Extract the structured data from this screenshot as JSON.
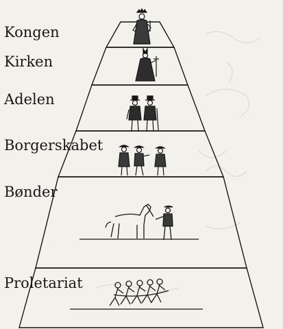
{
  "colors": {
    "paper": "#f3f1ec",
    "ink": "#161616",
    "faint": "#d8d5ce"
  },
  "pyramid": {
    "tiers": [
      {
        "label": "Kongen",
        "figure": "king-icon"
      },
      {
        "label": "Kirken",
        "figure": "bishop-icon"
      },
      {
        "label": "Adelen",
        "figure": "nobles-icon"
      },
      {
        "label": "Borgerskabet",
        "figure": "bourgeoisie-icon"
      },
      {
        "label": "Bønder",
        "figure": "farmer-horse-icon"
      },
      {
        "label": "Proletariat",
        "figure": "workers-rope-icon"
      }
    ]
  }
}
